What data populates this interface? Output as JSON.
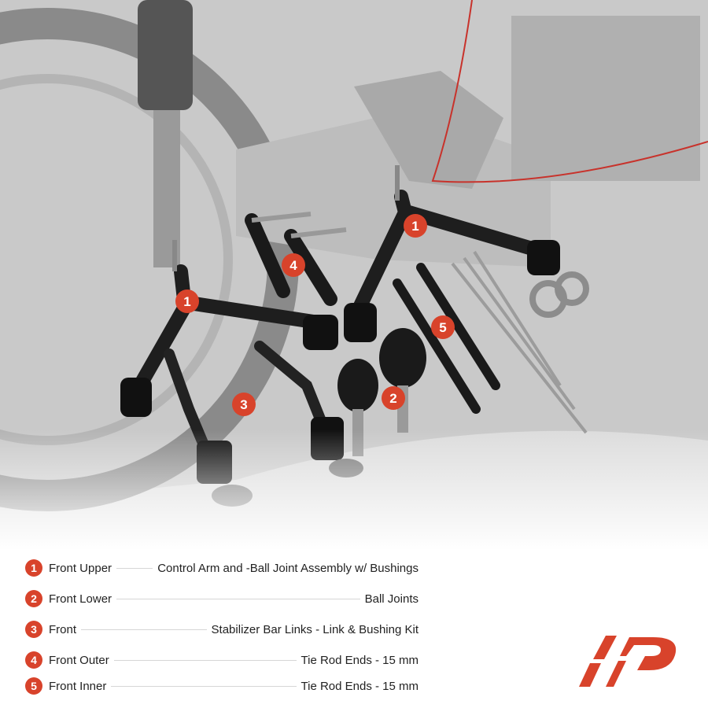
{
  "parts": [
    {
      "num": "1",
      "prefix": "Front Upper",
      "desc": "Control Arm and -Ball Joint Assembly w/ Bushings"
    },
    {
      "num": "2",
      "prefix": "Front Lower",
      "desc": "Ball Joints"
    },
    {
      "num": "3",
      "prefix": "Front",
      "desc": "Stabilizer Bar Links - Link & Bushing Kit"
    },
    {
      "num": "4",
      "prefix": "Front Outer",
      "desc": "Tie Rod Ends - 15 mm"
    },
    {
      "num": "5",
      "prefix": "Front Inner",
      "desc": "Tie Rod Ends - 15 mm"
    }
  ],
  "markers": [
    "1",
    "2",
    "3",
    "4",
    "5",
    "1"
  ],
  "colors": {
    "accent": "#d8432b",
    "text": "#222222",
    "rule": "#d6d6d6"
  },
  "logo": {
    "name": "a-premium-logo"
  }
}
